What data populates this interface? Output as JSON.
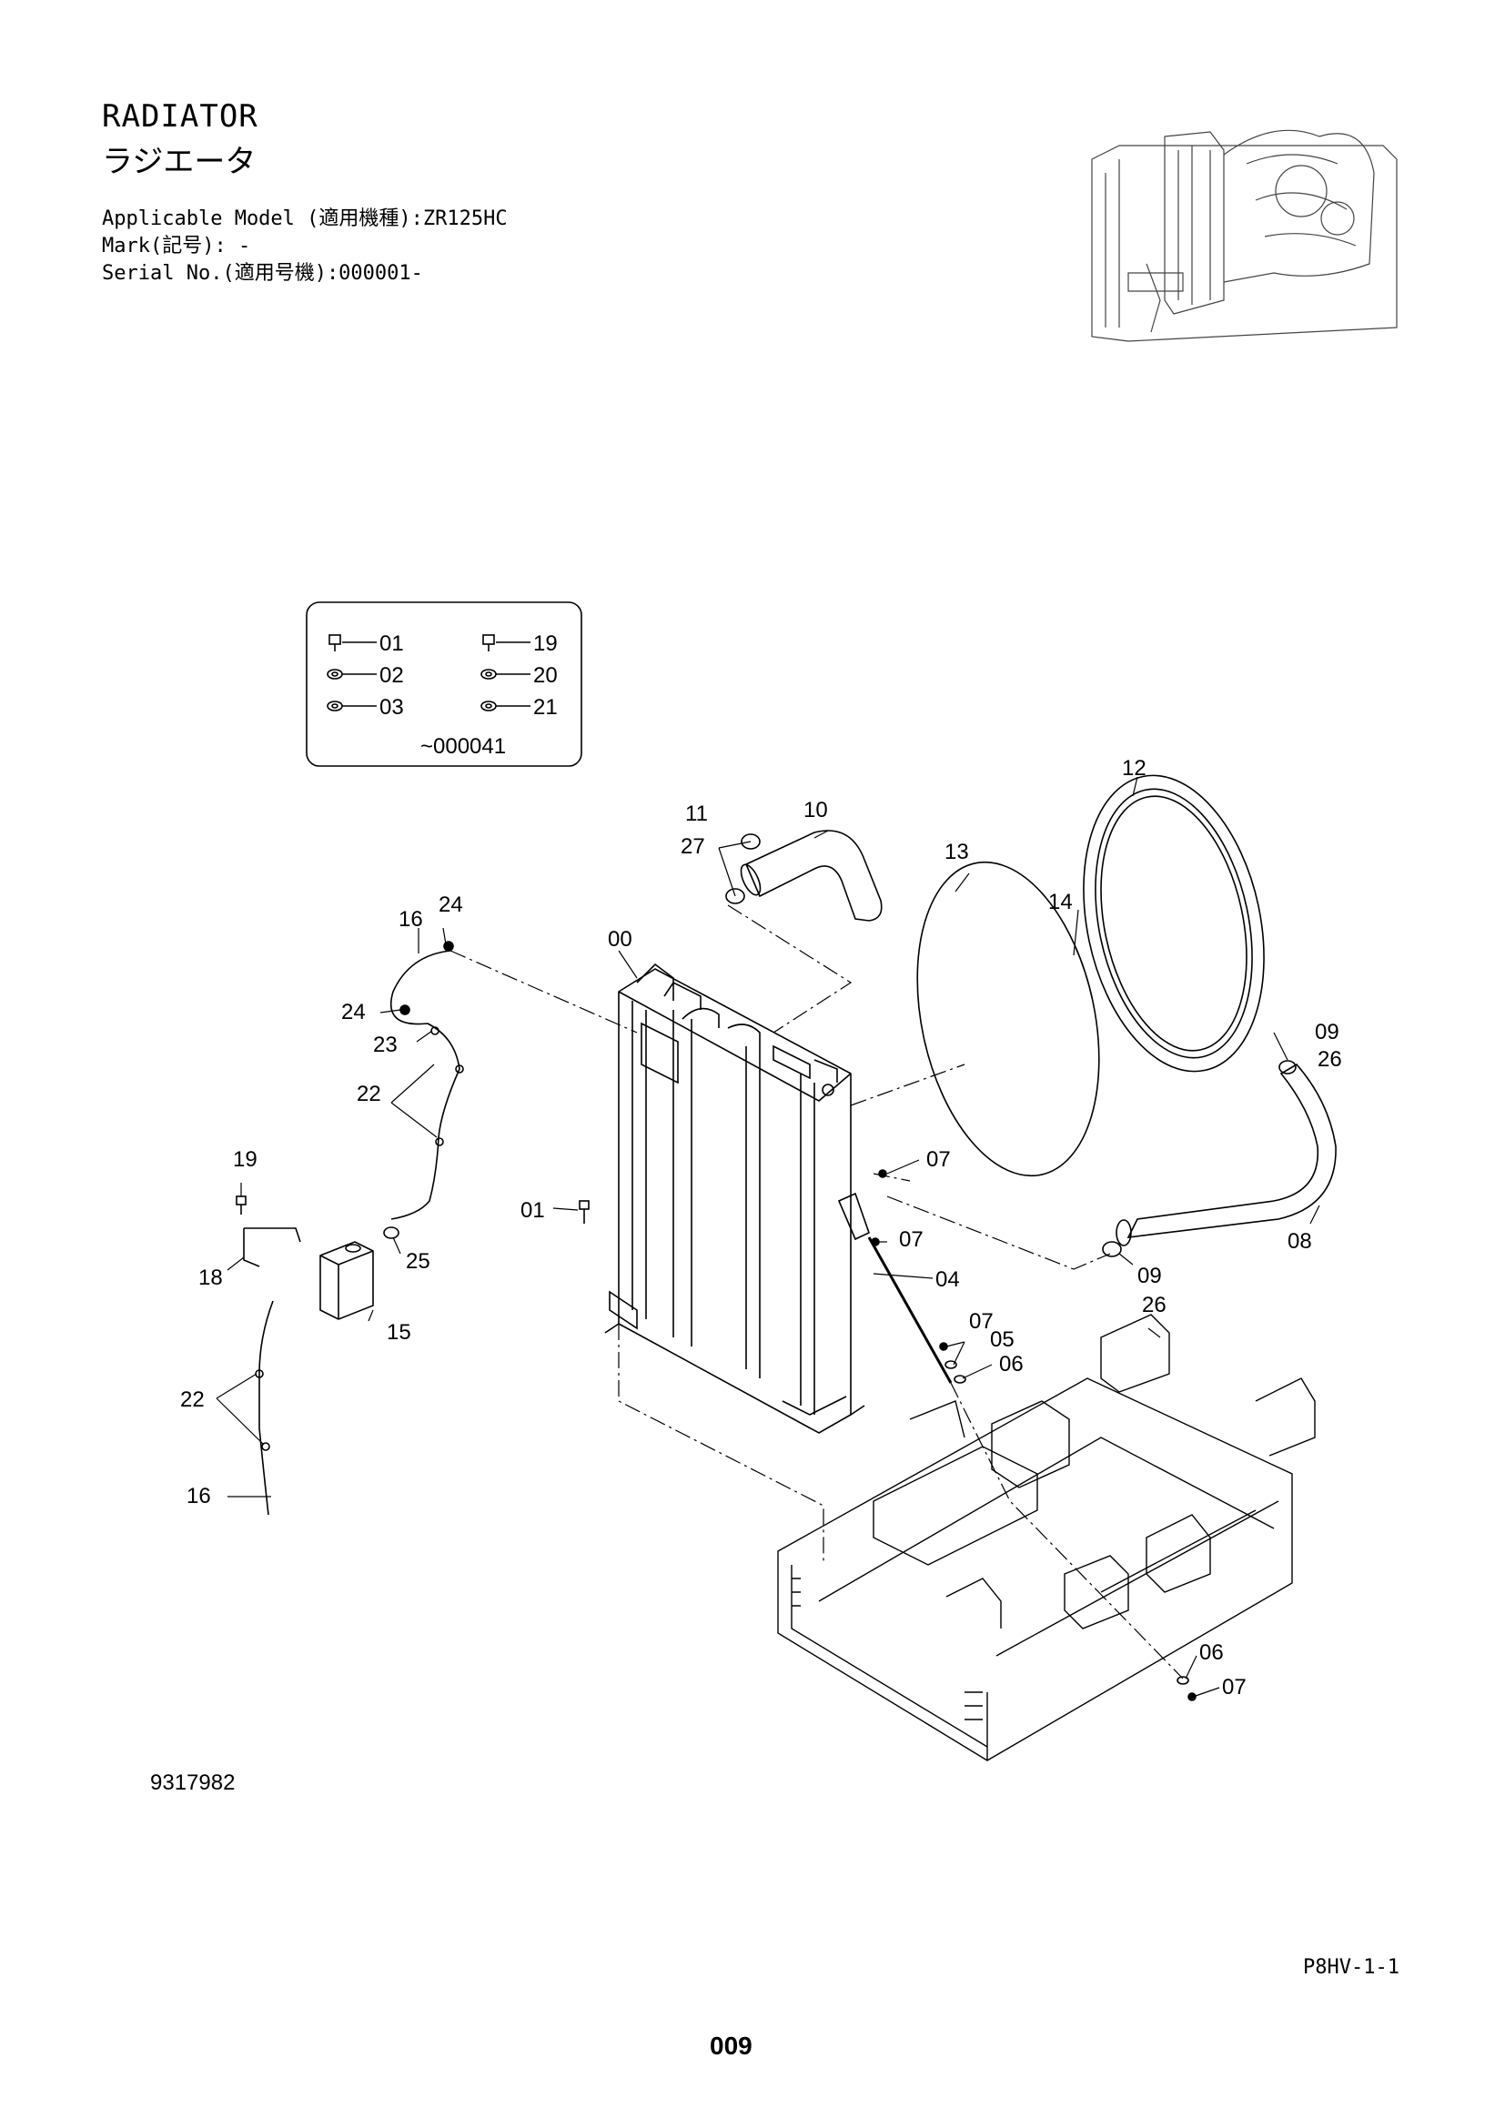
{
  "header": {
    "title": "RADIATOR",
    "subtitle_jp": "ラジエータ",
    "applicable_model": "Applicable Model (適用機種):ZR125HC",
    "mark": "Mark(記号): -",
    "serial_no": "Serial No.(適用号機):000001-"
  },
  "legend": {
    "items": [
      "01",
      "02",
      "03",
      "19",
      "20",
      "21"
    ],
    "serial_range": "~000041"
  },
  "callouts": {
    "p00": "00",
    "p01": "01",
    "p04": "04",
    "p05": "05",
    "p06a": "06",
    "p06b": "06",
    "p07a": "07",
    "p07b": "07",
    "p07c": "07",
    "p07d": "07",
    "p08": "08",
    "p09a": "09",
    "p09b": "09",
    "p10": "10",
    "p11": "11",
    "p12": "12",
    "p13": "13",
    "p14": "14",
    "p15": "15",
    "p16a": "16",
    "p16b": "16",
    "p18": "18",
    "p19": "19",
    "p22a": "22",
    "p22b": "22",
    "p23": "23",
    "p24a": "24",
    "p24b": "24",
    "p25": "25",
    "p26a": "26",
    "p26b": "26",
    "p27": "27"
  },
  "footer": {
    "drawing_number": "9317982",
    "page_ref": "P8HV-1-1",
    "page_number": "009"
  }
}
